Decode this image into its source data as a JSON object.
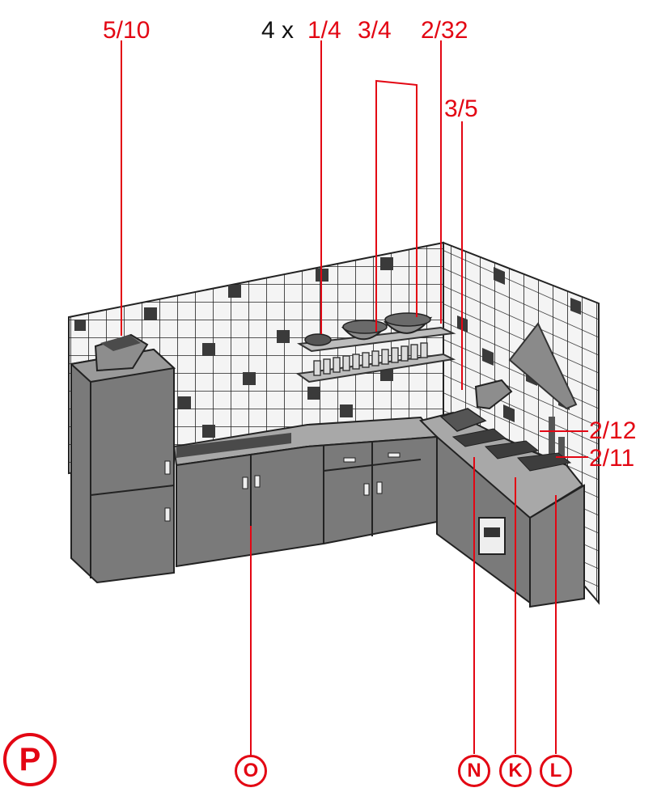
{
  "page_label": "P",
  "top_labels": {
    "fridge_basket": "5/10",
    "multiplier": "4 x",
    "plates": "1/4",
    "bowls": "3/4",
    "shelf": "2/32",
    "dish_rack": "3/5"
  },
  "side_labels": {
    "upper_rail": "2/12",
    "lower_rail": "2/11"
  },
  "bottom_labels": {
    "counter": "O",
    "sink_unit": "N",
    "stove_unit": "K",
    "end_cabinet": "L"
  },
  "colors": {
    "callout": "#e30613",
    "line": "#e30613",
    "cabinet": "#7a7a7a",
    "tile_dark": "#3a3a3a"
  }
}
